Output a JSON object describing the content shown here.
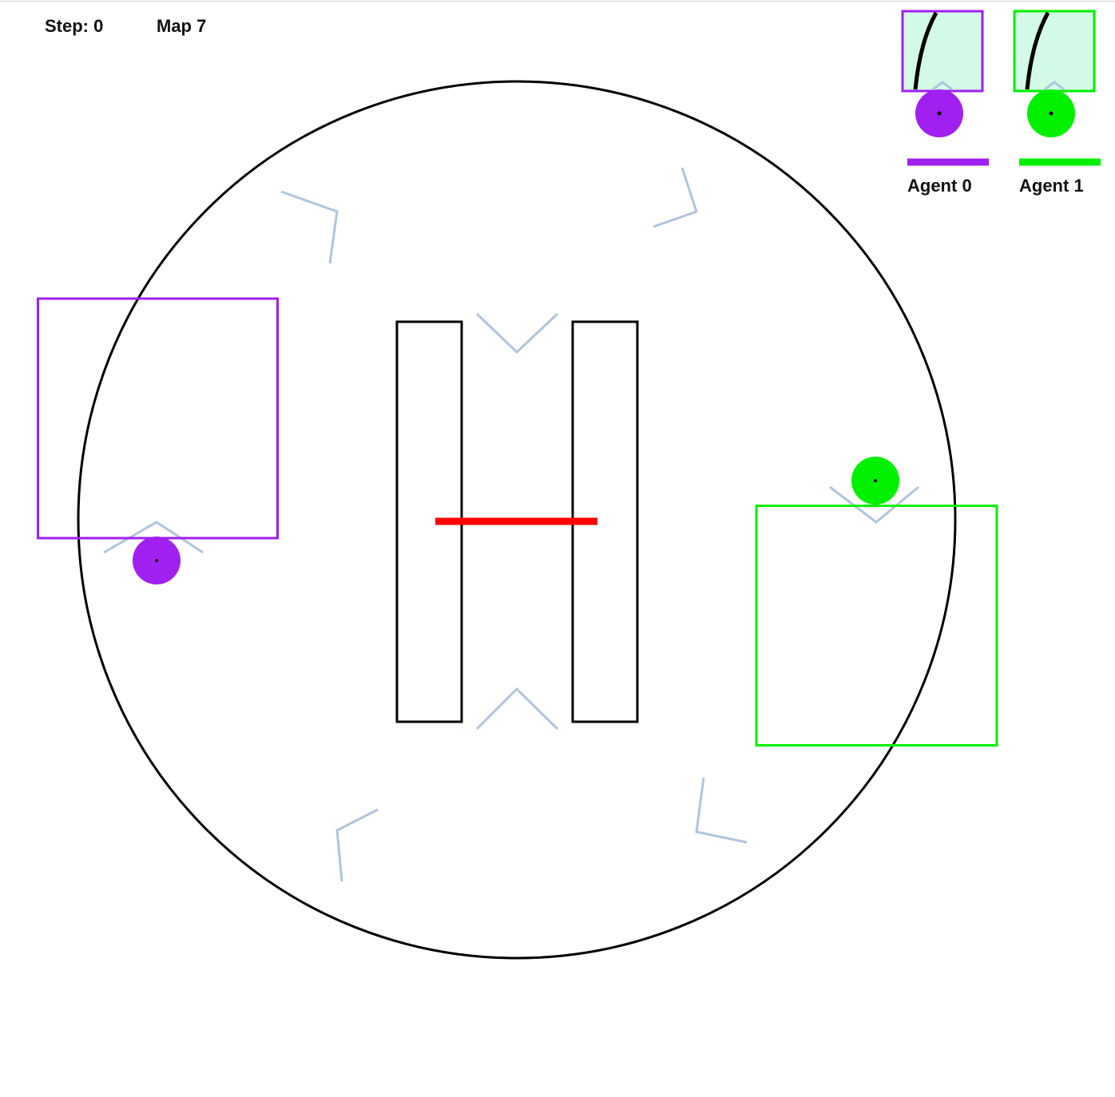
{
  "hud": {
    "step": "Step: 0",
    "map": "Map 7"
  },
  "agents": [
    {
      "label": "Agent 0",
      "color": "#a020f0",
      "view_fill": "#d2fae6"
    },
    {
      "label": "Agent 1",
      "color": "#00f000",
      "view_fill": "#d2fae6"
    }
  ],
  "colors": {
    "arena_outline": "#000000",
    "wall_outline": "#000000",
    "goal_line": "#ff0000",
    "marker": "#b0c4de"
  },
  "icons": {
    "agent": "filled-circle",
    "marker": "chevron"
  }
}
